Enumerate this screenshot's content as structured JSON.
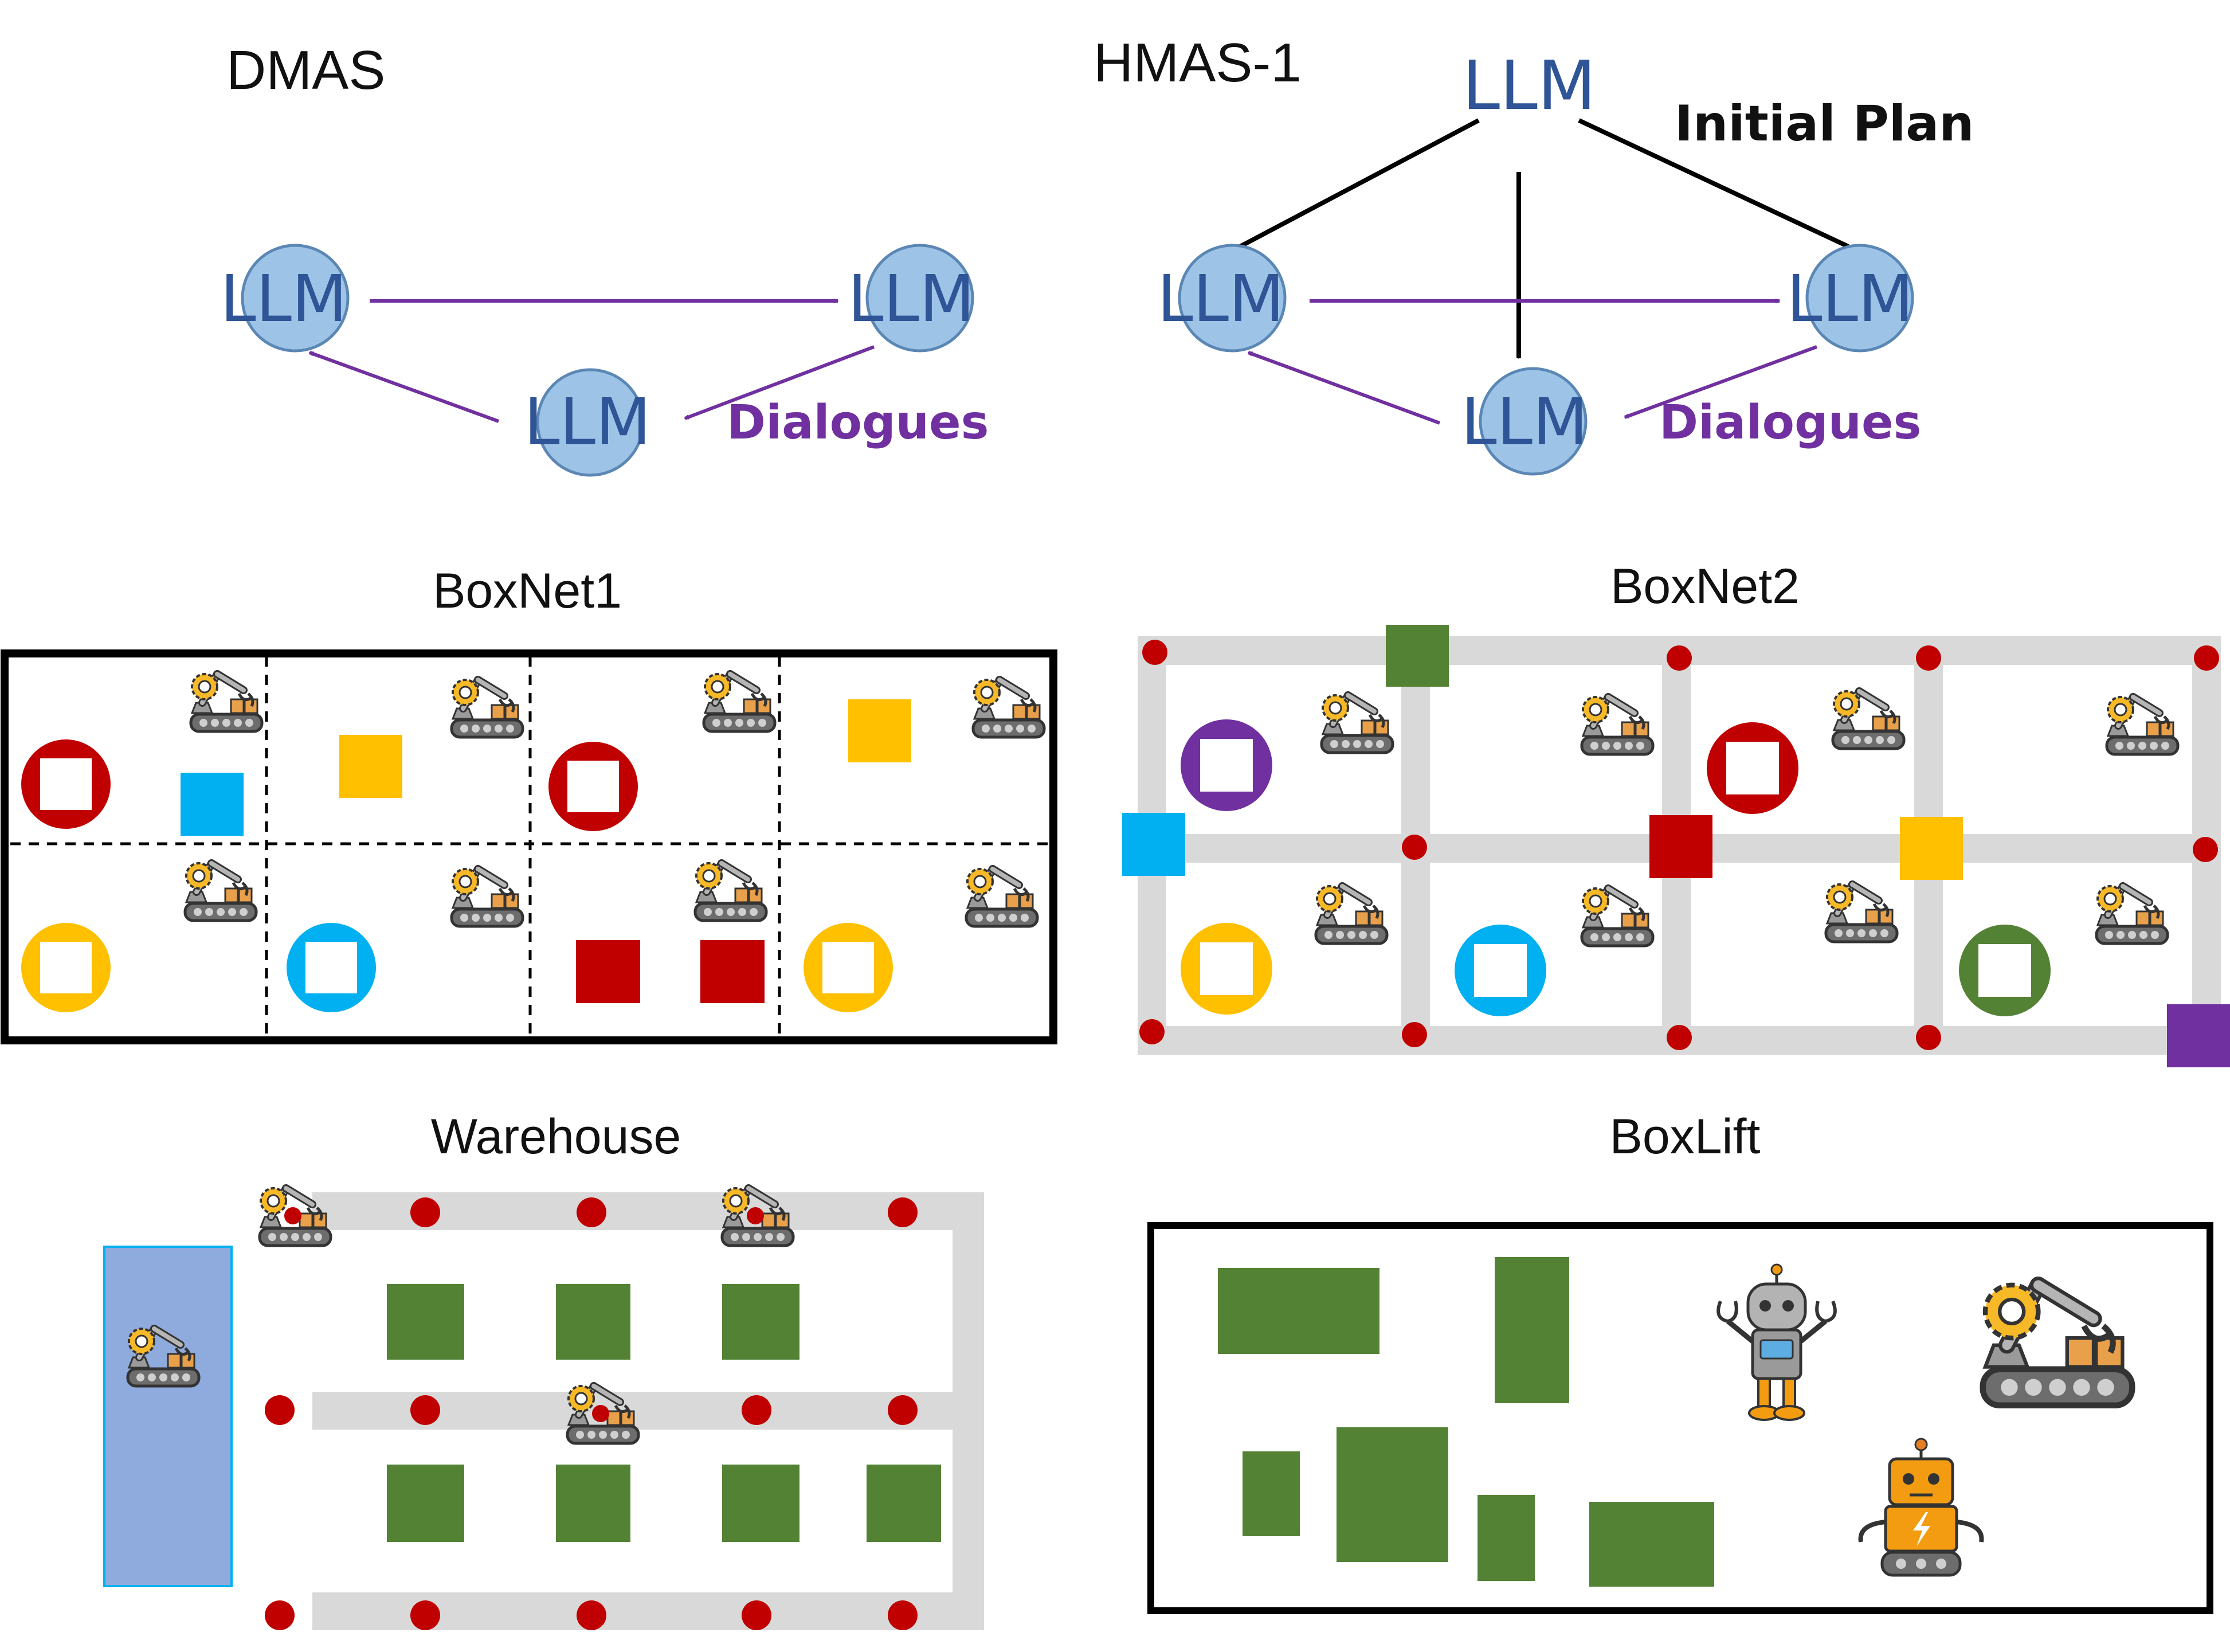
{
  "dmas": {
    "title": "DMAS",
    "node_label": "LLM",
    "edge_label": "Dialogues"
  },
  "hmas": {
    "title": "HMAS-1",
    "node_label": "LLM",
    "plan_label": "Initial Plan",
    "edge_label": "Dialogues"
  },
  "panels": {
    "boxnet1": "BoxNet1",
    "boxnet2": "BoxNet2",
    "warehouse": "Warehouse",
    "boxlift": "BoxLift"
  },
  "colors": {
    "red": "#c00000",
    "blue": "#00b0f0",
    "yellow": "#ffc000",
    "green": "#548235",
    "purple": "#7030a0",
    "track": "#d9d9d9",
    "dialogue": "#7030a0",
    "node_fill": "#9dc3e6",
    "llm_text": "#2f5597",
    "zone": "#8faadc",
    "zone_border": "#00b0f0"
  },
  "icons": [
    "robot-arm-icon",
    "robot-arm-holding-icon",
    "humanoid-robot-icon",
    "tracked-robot-icon"
  ]
}
